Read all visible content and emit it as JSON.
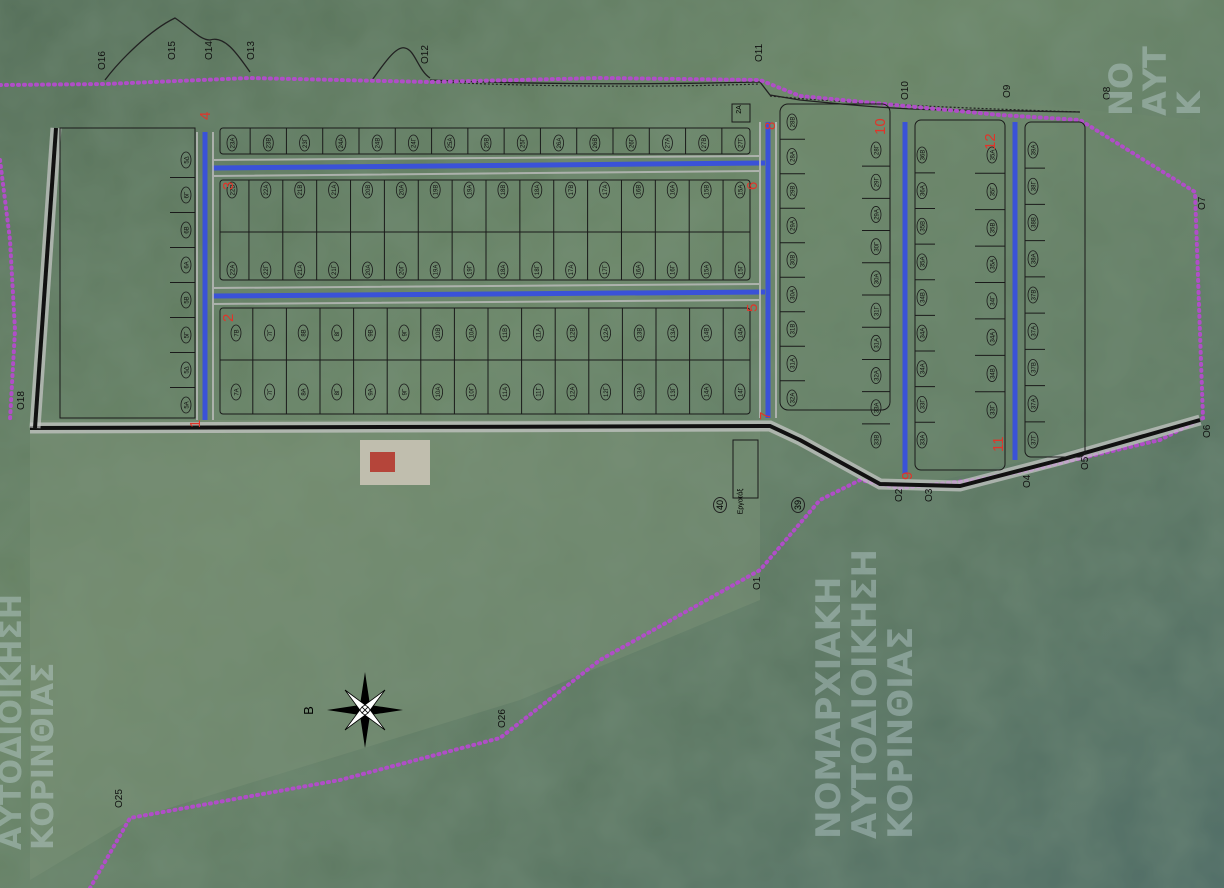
{
  "colors": {
    "boundary": "#b04ec8",
    "main_road": "#111111",
    "internal_road": "#3a52d8",
    "junction_label": "#e0342a",
    "lot_line": "#1a1a1a",
    "satellite_base": "#5f7a64",
    "stream_line": "#222222"
  },
  "map": {
    "compass_label": "B",
    "watermark_lines": [
      "ΝΟΜΑΡΧΙΑΚΗ",
      "ΑΥΤΟΔΙΟΙΚΗΣΗ",
      "ΚΟΡΙΝΘΙΑΣ"
    ],
    "watermark_left_lines": [
      "ΑΥΤΟΔΙΟΙΚΗΣΗ",
      "ΚΟΡΙΝΘΙΑΣ"
    ],
    "watermark_top_right": [
      "ΝΟ",
      "ΑΥΤ",
      "Κ"
    ],
    "junctions": [
      "1",
      "2",
      "3",
      "4",
      "5",
      "6",
      "7",
      "8",
      "9",
      "10",
      "11",
      "12"
    ],
    "boundary_points": [
      "O1",
      "O2",
      "O3",
      "O4",
      "O5",
      "O6",
      "O7",
      "O8",
      "O9",
      "O10",
      "O11",
      "O12",
      "O13",
      "O14",
      "O15",
      "O16",
      "O18",
      "O25",
      "O26"
    ],
    "lots_row_a": [
      "23A",
      "23B",
      "23Γ",
      "24A",
      "24B",
      "24Γ",
      "25A",
      "25B",
      "25Γ",
      "26A",
      "26B",
      "26Γ",
      "27A",
      "27B",
      "27Γ"
    ],
    "lots_row_b": [
      "22B",
      "22A",
      "21B",
      "21A",
      "20B",
      "20A",
      "19B",
      "19A",
      "18B",
      "18A",
      "17B",
      "17A",
      "16B",
      "16A",
      "15B",
      "15A"
    ],
    "lots_row_c": [
      "22A",
      "22Γ",
      "21A",
      "21Γ",
      "20A",
      "20Γ",
      "19A",
      "19Γ",
      "18A",
      "18Γ",
      "17A",
      "17Γ",
      "16A",
      "16Γ",
      "15A",
      "15Γ"
    ],
    "lots_row_d": [
      "7B",
      "7Γ",
      "8B",
      "8Γ",
      "9B",
      "9Γ",
      "10B",
      "10A",
      "11B",
      "11A",
      "12B",
      "12A",
      "13B",
      "13A",
      "14B",
      "14A"
    ],
    "lots_row_e": [
      "7A",
      "7Γ",
      "8A",
      "8Γ",
      "9A",
      "9Γ",
      "10A",
      "10Γ",
      "11A",
      "11Γ",
      "12A",
      "12Γ",
      "13A",
      "13Γ",
      "14A",
      "14Γ"
    ],
    "lots_left": [
      "5Δ",
      "6Γ",
      "6B",
      "6A",
      "5B",
      "5Γ",
      "5Δ",
      "5A"
    ],
    "lots_east_col": [
      "28B",
      "28A",
      "29B",
      "29A",
      "30B",
      "30A",
      "31B",
      "31A",
      "32A"
    ],
    "lots_e1": [
      "28Γ",
      "29Γ",
      "29A",
      "30Γ",
      "30A",
      "31Γ",
      "31A",
      "32A",
      "33A",
      "33B"
    ],
    "lots_e2": [
      "36B",
      "36A",
      "35B",
      "35A",
      "34B",
      "34A",
      "34A",
      "33Γ",
      "33A"
    ],
    "lots_e3": [
      "35A",
      "35Γ",
      "35B",
      "35A",
      "34Γ",
      "34A",
      "34B",
      "33Γ"
    ],
    "lots_e4": [
      "39A",
      "38Γ",
      "38B",
      "38A",
      "37B",
      "37A",
      "37B",
      "37A",
      "37Γ"
    ],
    "plot_labels": [
      "40",
      "39",
      "2A"
    ],
    "building_note": "Εργοτάξ"
  }
}
